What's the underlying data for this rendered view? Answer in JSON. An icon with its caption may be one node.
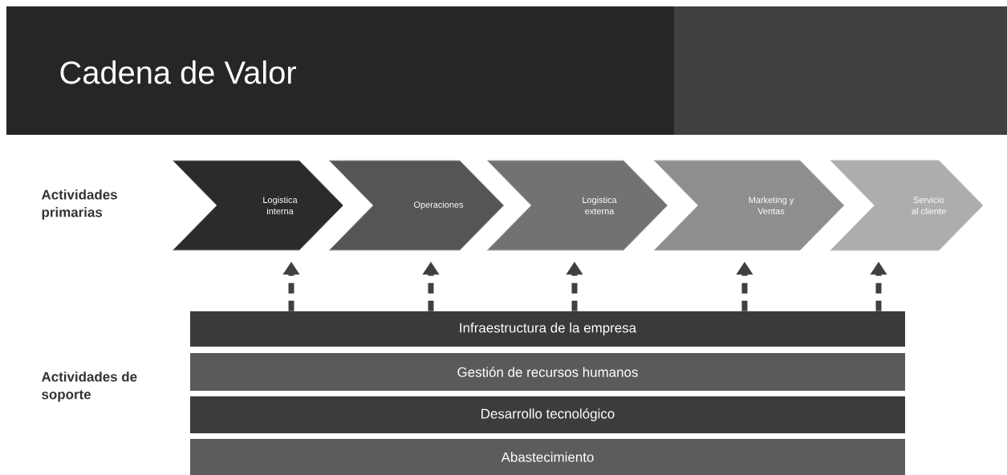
{
  "diagram": {
    "title": "Cadena de Valor",
    "nodes": [
      {
        "text": [
          "Logistica interna"
        ]
      },
      {
        "text": [
          "Operaciones"
        ]
      },
      {
        "text": [
          "Logistica externa"
        ]
      },
      {
        "text": [
          "Marketing y Ventas"
        ]
      },
      {
        "text": [
          "Servicio al cliente"
        ]
      },
      {
        "text": [
          "Infraestructura de la empresa"
        ]
      },
      {
        "text": [
          "Gestión de recursos humanos"
        ]
      },
      {
        "text": [
          "Desarrollo tecnológico"
        ]
      },
      {
        "text": [
          "Abastecimiento"
        ]
      }
    ],
    "edges": [
      {
        "from": 5,
        "to": 0,
        "arrow": "to",
        "style": "dashed"
      },
      {
        "from": 5,
        "to": 1,
        "arrow": "to",
        "style": "dashed"
      },
      {
        "from": 5,
        "to": 2,
        "arrow": "to",
        "style": "dashed"
      },
      {
        "from": 5,
        "to": 3,
        "arrow": "to",
        "style": "dashed"
      },
      {
        "from": 5,
        "to": 4,
        "arrow": "to",
        "style": "dashed"
      }
    ],
    "labels": [
      "Actividades primarias",
      "Actividades de soporte"
    ]
  }
}
